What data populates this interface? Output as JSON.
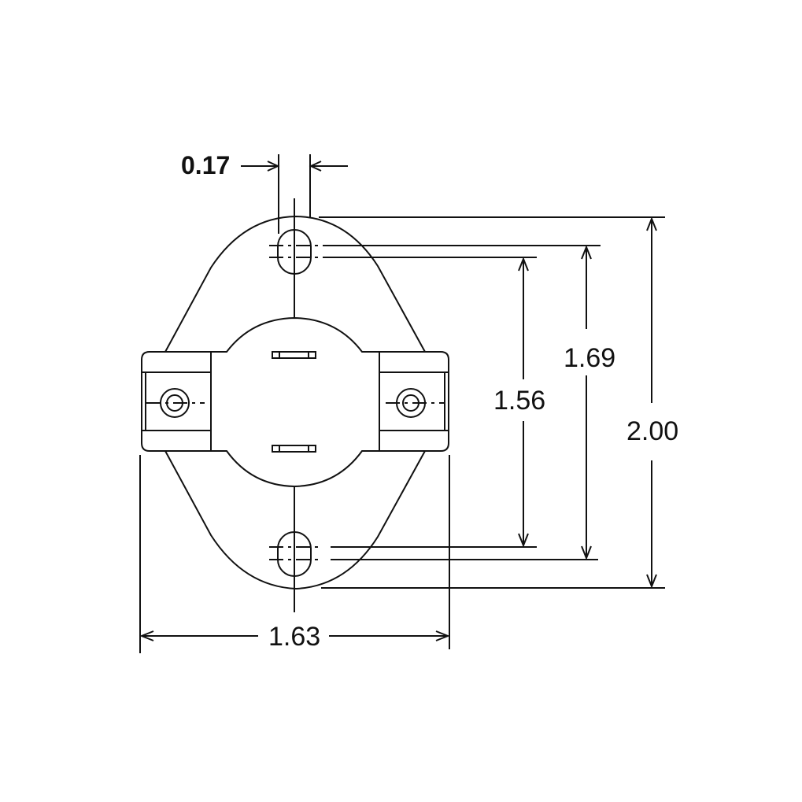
{
  "diagram": {
    "type": "mechanical-dimension-drawing",
    "subject": "disc thermostat with mounting flange",
    "line_color": "#111111",
    "background": "#ffffff"
  },
  "dimensions": {
    "slot_width": "0.17",
    "inner_hole_spacing": "1.56",
    "outer_hole_spacing": "1.69",
    "overall_height": "2.00",
    "overall_width": "1.63"
  }
}
